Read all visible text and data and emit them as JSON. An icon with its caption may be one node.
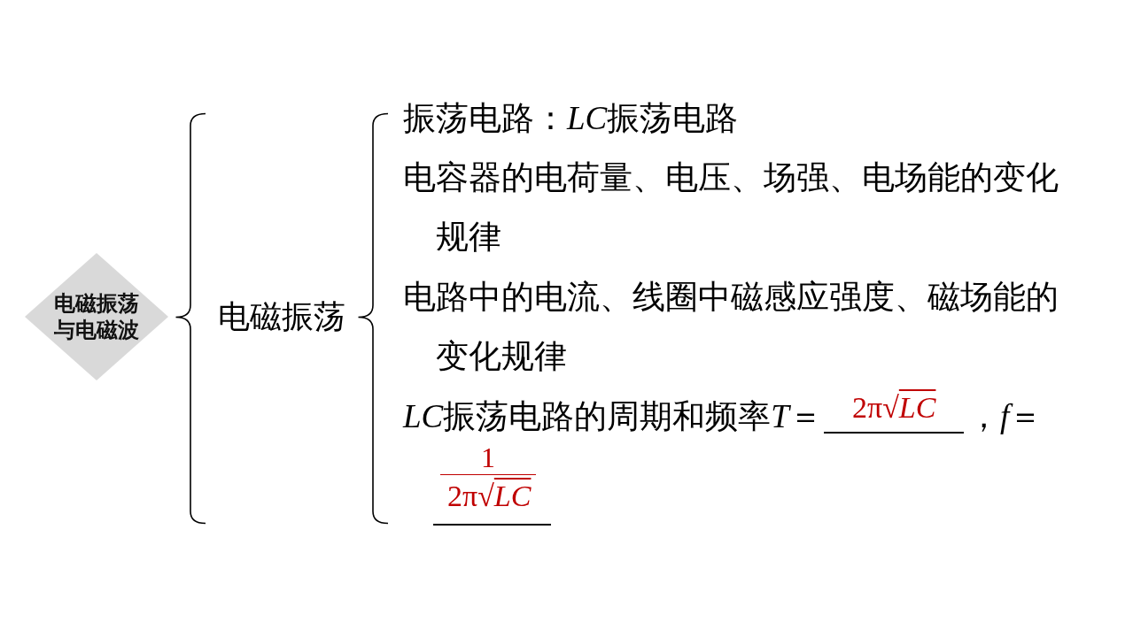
{
  "diagram": {
    "nodes": [
      {
        "text": [
          "电磁振荡与电磁波"
        ]
      }
    ],
    "labels": [
      "电磁振荡",
      "振荡电路：LC振荡电路",
      "电容器的电荷量、电压、场强、电场能的变化规律",
      "电路中的电流、线圈中磁感应强度、磁场能的变化规律",
      "LC振荡电路的周期和频率T＝",
      "2π√LC",
      "，f＝",
      "1",
      "2π√LC"
    ]
  }
}
